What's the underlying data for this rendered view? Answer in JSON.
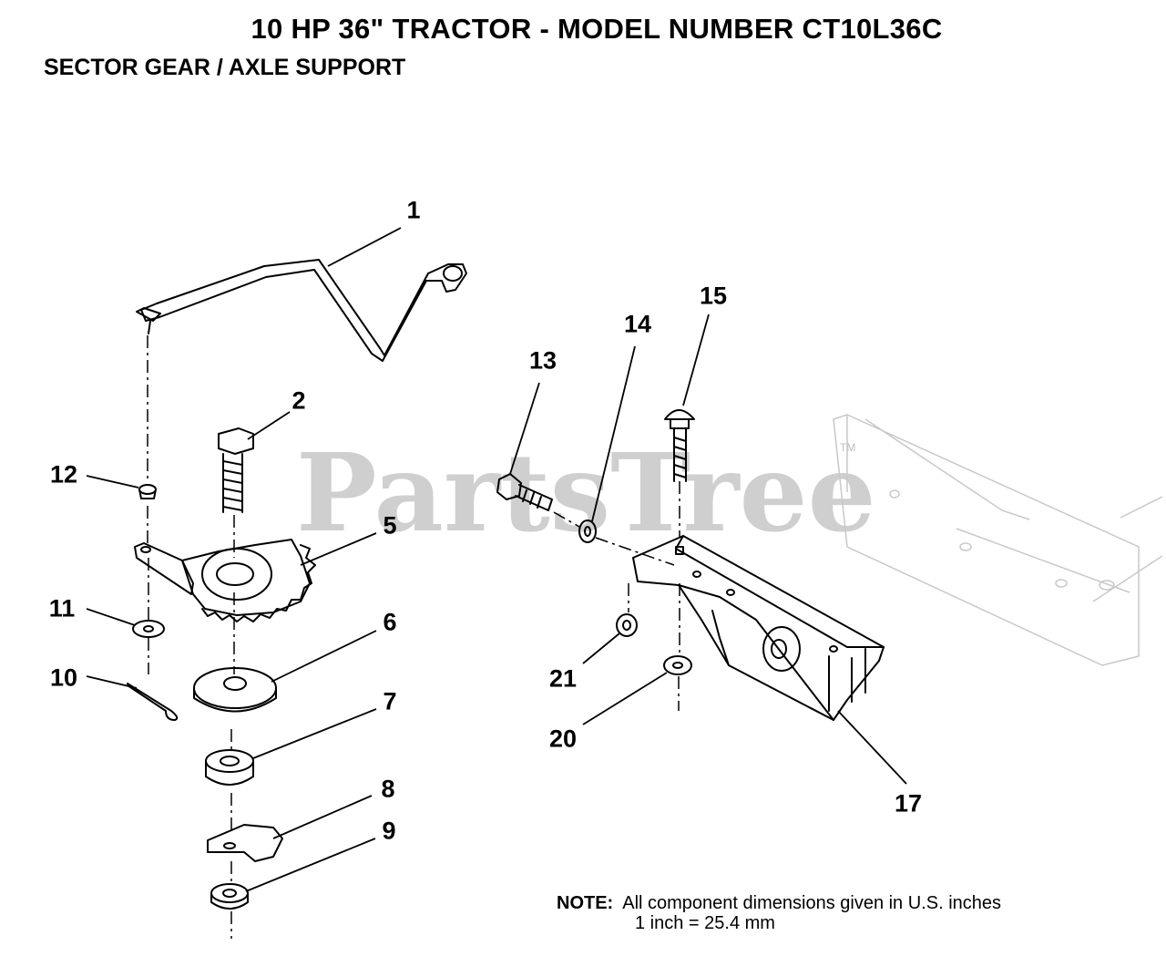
{
  "header": {
    "title": "10 HP 36\" TRACTOR  - MODEL NUMBER CT10L36C",
    "subtitle": "SECTOR GEAR / AXLE SUPPORT"
  },
  "watermark": {
    "text": "PartsTree",
    "trademark": "TM"
  },
  "callouts": [
    {
      "id": "1",
      "label": "1"
    },
    {
      "id": "2",
      "label": "2"
    },
    {
      "id": "5",
      "label": "5"
    },
    {
      "id": "6",
      "label": "6"
    },
    {
      "id": "7",
      "label": "7"
    },
    {
      "id": "8",
      "label": "8"
    },
    {
      "id": "9",
      "label": "9"
    },
    {
      "id": "10",
      "label": "10"
    },
    {
      "id": "11",
      "label": "11"
    },
    {
      "id": "12",
      "label": "12"
    },
    {
      "id": "13",
      "label": "13"
    },
    {
      "id": "14",
      "label": "14"
    },
    {
      "id": "15",
      "label": "15"
    },
    {
      "id": "17",
      "label": "17"
    },
    {
      "id": "20",
      "label": "20"
    },
    {
      "id": "21",
      "label": "21"
    }
  ],
  "note": {
    "prefix": "NOTE:",
    "line1": "All component dimensions given in U.S. inches",
    "line2": "1 inch = 25.4 mm"
  }
}
